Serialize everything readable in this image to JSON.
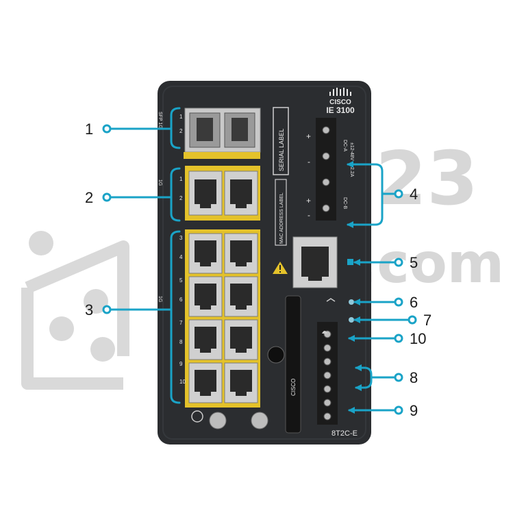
{
  "watermark": {
    "big": "23",
    "small": ".com"
  },
  "device": {
    "brand": "CISCO",
    "model": "IE 3100",
    "sku": "8T2C-E",
    "bottom_brand": "CISCO",
    "labels": {
      "serial": "SERIAL LABEL",
      "mac": "MAC ADDRESS LABEL",
      "sfp_group": "SFP 1G",
      "copper_group_1": "1G",
      "copper_group_2": "1G",
      "dc_a": "DC-A",
      "dc_b": "DC-B",
      "power_rating": "±12-48V ⎓ 2.2A"
    },
    "port_numbers": {
      "sfp": [
        "1",
        "2"
      ],
      "uplink": [
        "1",
        "2"
      ],
      "downlink": [
        "3",
        "4",
        "5",
        "6",
        "7",
        "8",
        "9",
        "10"
      ]
    },
    "terminal_signs": [
      "+",
      "-",
      "+",
      "-"
    ]
  },
  "callouts": [
    "1",
    "2",
    "3",
    "4",
    "5",
    "6",
    "7",
    "10",
    "8",
    "9"
  ],
  "colors": {
    "accent": "#1aa3c7",
    "chassis": "#2b2d30",
    "port_yellow": "#e4c22a",
    "watermark": "#d7d7d7"
  }
}
